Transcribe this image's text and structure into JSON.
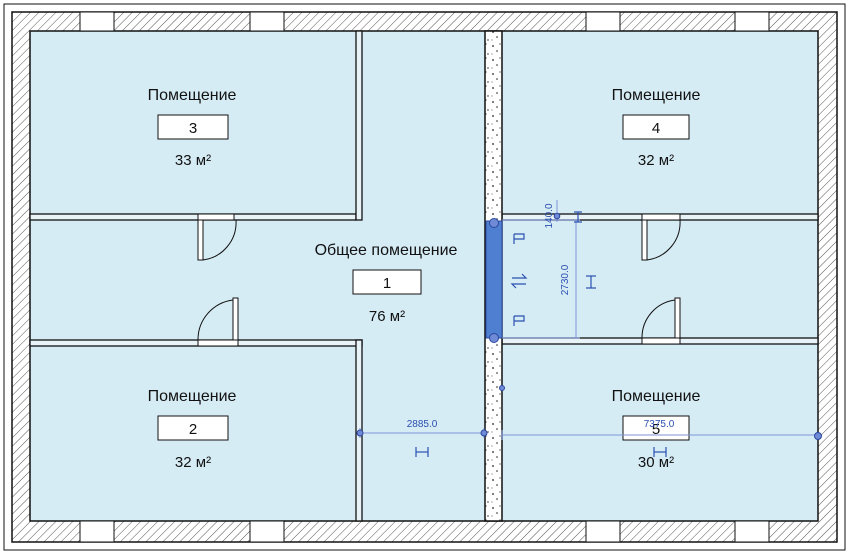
{
  "rooms": [
    {
      "id": "room-3",
      "name": "Помещение",
      "number": "3",
      "area": "33 м²"
    },
    {
      "id": "room-4",
      "name": "Помещение",
      "number": "4",
      "area": "32 м²"
    },
    {
      "id": "room-1",
      "name": "Общее помещение",
      "number": "1",
      "area": "76 м²"
    },
    {
      "id": "room-2",
      "name": "Помещение",
      "number": "2",
      "area": "32 м²"
    },
    {
      "id": "room-5",
      "name": "Помещение",
      "number": "5",
      "area": "30 м²"
    }
  ],
  "dimensions": {
    "bottom_left": "2885.0",
    "bottom_right": "7375.0",
    "vertical": "2730.0",
    "small_vertical": "140.0"
  },
  "colors": {
    "room_fill": "#d6ecf5",
    "wall": "#1a1a1a",
    "dimension": "#2a4fb0",
    "selected_wall": "#4f7fd0"
  }
}
